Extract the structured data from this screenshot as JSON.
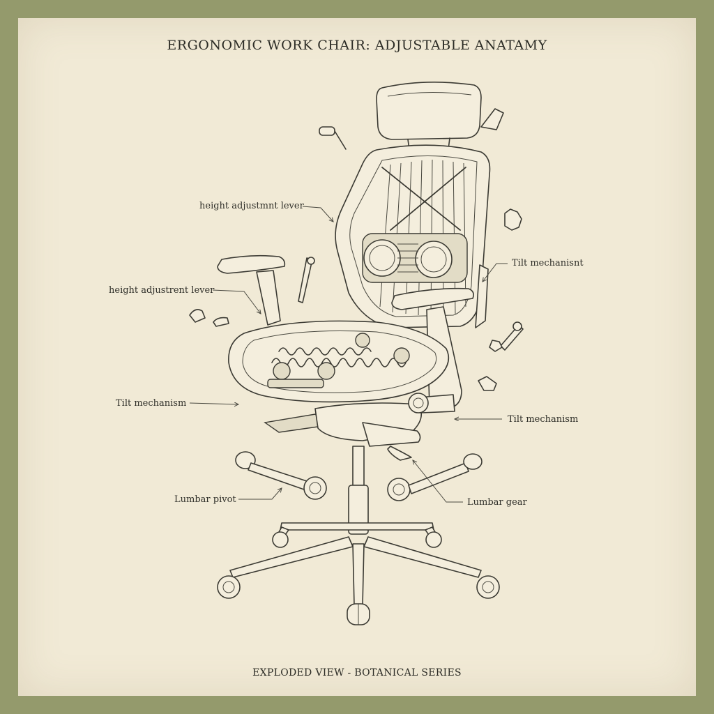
{
  "title": "ERGONOMIC WORK CHAIR: ADJUSTABLE ANATAMY",
  "footer": "EXPLODED VIEW - BOTANICAL SERIES",
  "callouts": {
    "height_lever_upper": "height adjustmnt lever",
    "height_lever_lower": "height adjustrent lever",
    "tilt_right_upper": "Tilt mechanisnt",
    "tilt_left": "Tilt mechanism",
    "tilt_right_lower": "Tilt mechanism",
    "lumbar_pivot": "Lumbar pivot",
    "lumbar_gear": "Lumbar gear"
  },
  "colors": {
    "border": "#949a6c",
    "paper": "#f1ead6",
    "ink": "#3b3a33"
  }
}
